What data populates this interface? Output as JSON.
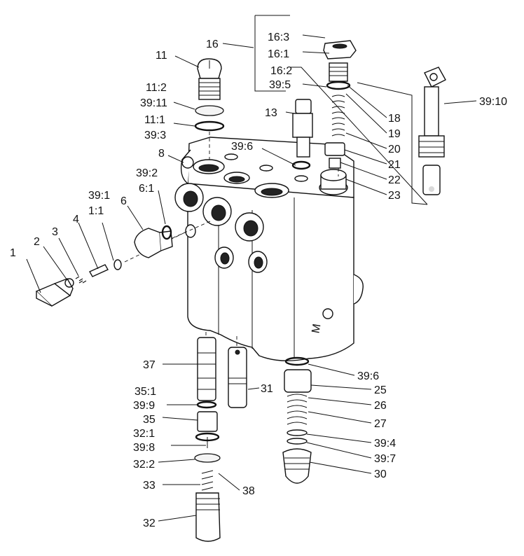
{
  "callouts": {
    "c1": "1",
    "c2": "2",
    "c3": "3",
    "c4": "4",
    "c6": "6",
    "c8": "8",
    "c11": "11",
    "c11_2": "11:2",
    "c39_11": "39:11",
    "c11_1": "11:1",
    "c39_3": "39:3",
    "c39_2": "39:2",
    "c6_1": "6:1",
    "c39_1": "39:1",
    "c1_1": "1:1",
    "c16": "16",
    "c16_3": "16:3",
    "c16_1": "16:1",
    "c16_2": "16:2",
    "c39_5": "39:5",
    "c13": "13",
    "c39_6a": "39:6",
    "c18": "18",
    "c19": "19",
    "c20": "20",
    "c21": "21",
    "c22": "22",
    "c23": "23",
    "c39_10": "39:10",
    "c37": "37",
    "c31": "31",
    "c35_1": "35:1",
    "c39_9": "39:9",
    "c35": "35",
    "c32_1": "32:1",
    "c39_8": "39:8",
    "c32_2": "32:2",
    "c33": "33",
    "c38": "38",
    "c32": "32",
    "c39_6b": "39:6",
    "c25": "25",
    "c26": "26",
    "c27": "27",
    "c39_4": "39:4",
    "c39_7": "39:7",
    "c30": "30"
  },
  "body_marking": "M"
}
